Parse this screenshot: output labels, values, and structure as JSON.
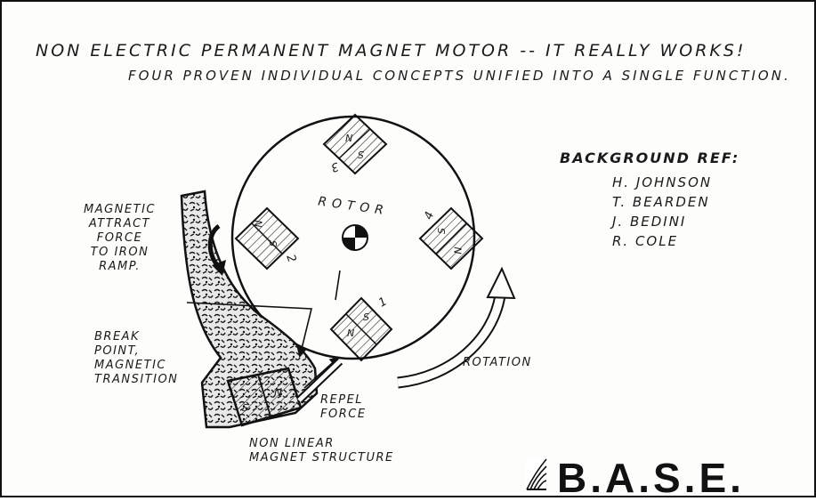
{
  "title": "NON ELECTRIC PERMANENT MAGNET MOTOR -- IT REALLY WORKS!",
  "subtitle": "FOUR PROVEN INDIVIDUAL CONCEPTS UNIFIED INTO A SINGLE FUNCTION.",
  "rotor_label": "ROTOR",
  "magnets": [
    {
      "number": "3",
      "north": "N",
      "south": "S"
    },
    {
      "number": "2",
      "north": "N",
      "south": "S"
    },
    {
      "number": "4",
      "north": "N",
      "south": "S"
    },
    {
      "number": "1",
      "north": "N",
      "south": "S"
    }
  ],
  "labels": {
    "magnetic_attract": [
      "MAGNETIC",
      "ATTRACT",
      "FORCE",
      "TO IRON",
      "RAMP."
    ],
    "break_point": [
      "BREAK",
      "POINT,",
      "MAGNETIC",
      "TRANSITION"
    ],
    "repel_force": [
      "REPEL",
      "FORCE"
    ],
    "rotation": "ROTATION",
    "non_linear": [
      "NON LINEAR",
      "MAGNET STRUCTURE"
    ]
  },
  "stator_magnet": {
    "north": "N",
    "south": "S"
  },
  "background_ref": {
    "heading": "BACKGROUND REF:",
    "names": [
      "H. JOHNSON",
      "T. BEARDEN",
      "J. BEDINI",
      "R. COLE"
    ]
  },
  "logo": "B.A.S.E."
}
